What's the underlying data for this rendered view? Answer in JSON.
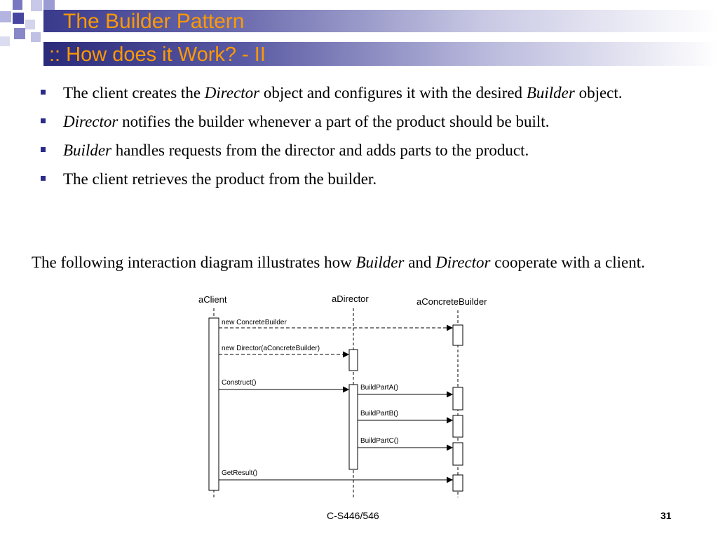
{
  "slide": {
    "title": "The Builder Pattern",
    "subtitle": ":: How does it Work? - II",
    "bullets": [
      [
        {
          "t": "The client creates the ",
          "i": false
        },
        {
          "t": "Director",
          "i": true
        },
        {
          "t": " object and configures it with the desired ",
          "i": false
        },
        {
          "t": "Builder",
          "i": true
        },
        {
          "t": " object.",
          "i": false
        }
      ],
      [
        {
          "t": "Director",
          "i": true
        },
        {
          "t": " notifies the builder whenever a part of the product should be built.",
          "i": false
        }
      ],
      [
        {
          "t": "Builder",
          "i": true
        },
        {
          "t": " handles requests from the director and adds parts to the product.",
          "i": false
        }
      ],
      [
        {
          "t": "The client retrieves the product from the builder.",
          "i": false
        }
      ]
    ],
    "paragraph": [
      {
        "t": "The following interaction diagram illustrates how ",
        "i": false
      },
      {
        "t": "Builder",
        "i": true
      },
      {
        "t": " and ",
        "i": false
      },
      {
        "t": "Director",
        "i": true
      },
      {
        "t": " cooperate with a client.",
        "i": false
      }
    ],
    "footer_course": "C-S446/546",
    "page_number": "31",
    "colors": {
      "title": "#ff9900",
      "bar_dark": "#2a2a7a",
      "bullet": "#2b2b8a"
    }
  },
  "diagram": {
    "objects": [
      "aClient",
      "aDirector",
      "aConcreteBuilder"
    ],
    "messages": [
      "new ConcreteBuilder",
      "new Director(aConcreteBuilder)",
      "Construct()",
      "BuildPartA()",
      "BuildPartB()",
      "BuildPartC()",
      "GetResult()"
    ]
  }
}
